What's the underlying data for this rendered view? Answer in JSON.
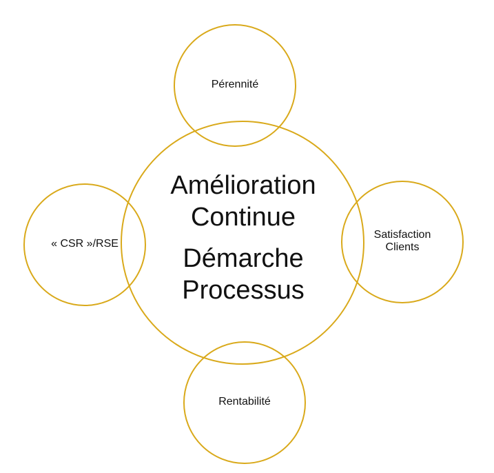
{
  "colors": {
    "stroke": "#d9a91a",
    "text": "#111111",
    "background": "#ffffff"
  },
  "center": {
    "line1": "Amélioration",
    "line2": "Continue",
    "line3": "Démarche",
    "line4": "Processus"
  },
  "nodes": {
    "top": {
      "label": "Pérennité"
    },
    "left": {
      "label": "« CSR »/RSE"
    },
    "right": {
      "line1": "Satisfaction",
      "line2": "Clients"
    },
    "bottom": {
      "label": "Rentabilité"
    }
  }
}
